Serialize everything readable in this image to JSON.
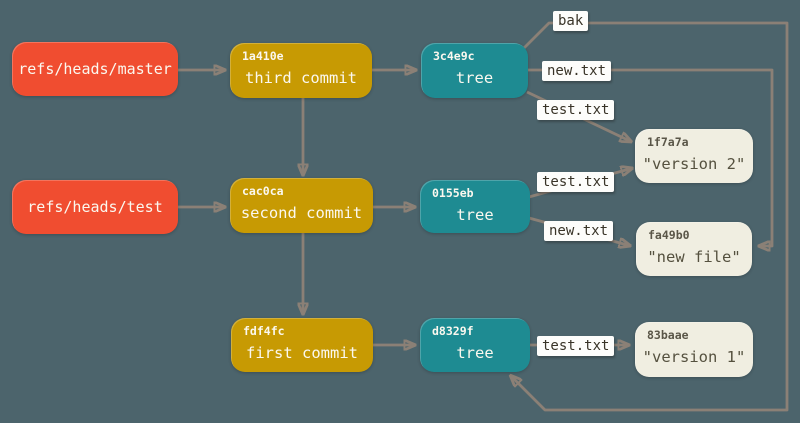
{
  "colors": {
    "bg": "#4c646c",
    "ref": "#f04d30",
    "commit": "#c79a03",
    "tree": "#1e8b92",
    "blob": "#f0eee1",
    "line": "#8b8076",
    "chip_bg": "#fdfdfb",
    "chip_text": "#393428",
    "node_text": "#fbf8ef",
    "blob_text": "#55513f"
  },
  "nodes": {
    "refs": [
      {
        "label": "refs/heads/master"
      },
      {
        "label": "refs/heads/test"
      }
    ],
    "commits": [
      {
        "hash": "1a410e",
        "label": "third commit"
      },
      {
        "hash": "cac0ca",
        "label": "second commit"
      },
      {
        "hash": "fdf4fc",
        "label": "first commit"
      }
    ],
    "trees": [
      {
        "hash": "3c4e9c",
        "label": "tree"
      },
      {
        "hash": "0155eb",
        "label": "tree"
      },
      {
        "hash": "d8329f",
        "label": "tree"
      }
    ],
    "blobs": [
      {
        "hash": "1f7a7a",
        "label": "\"version 2\""
      },
      {
        "hash": "fa49b0",
        "label": "\"new file\""
      },
      {
        "hash": "83baae",
        "label": "\"version 1\""
      }
    ]
  },
  "edge_labels": [
    {
      "text": "bak"
    },
    {
      "text": "new.txt"
    },
    {
      "text": "test.txt"
    },
    {
      "text": "test.txt"
    },
    {
      "text": "new.txt"
    },
    {
      "text": "test.txt"
    }
  ]
}
